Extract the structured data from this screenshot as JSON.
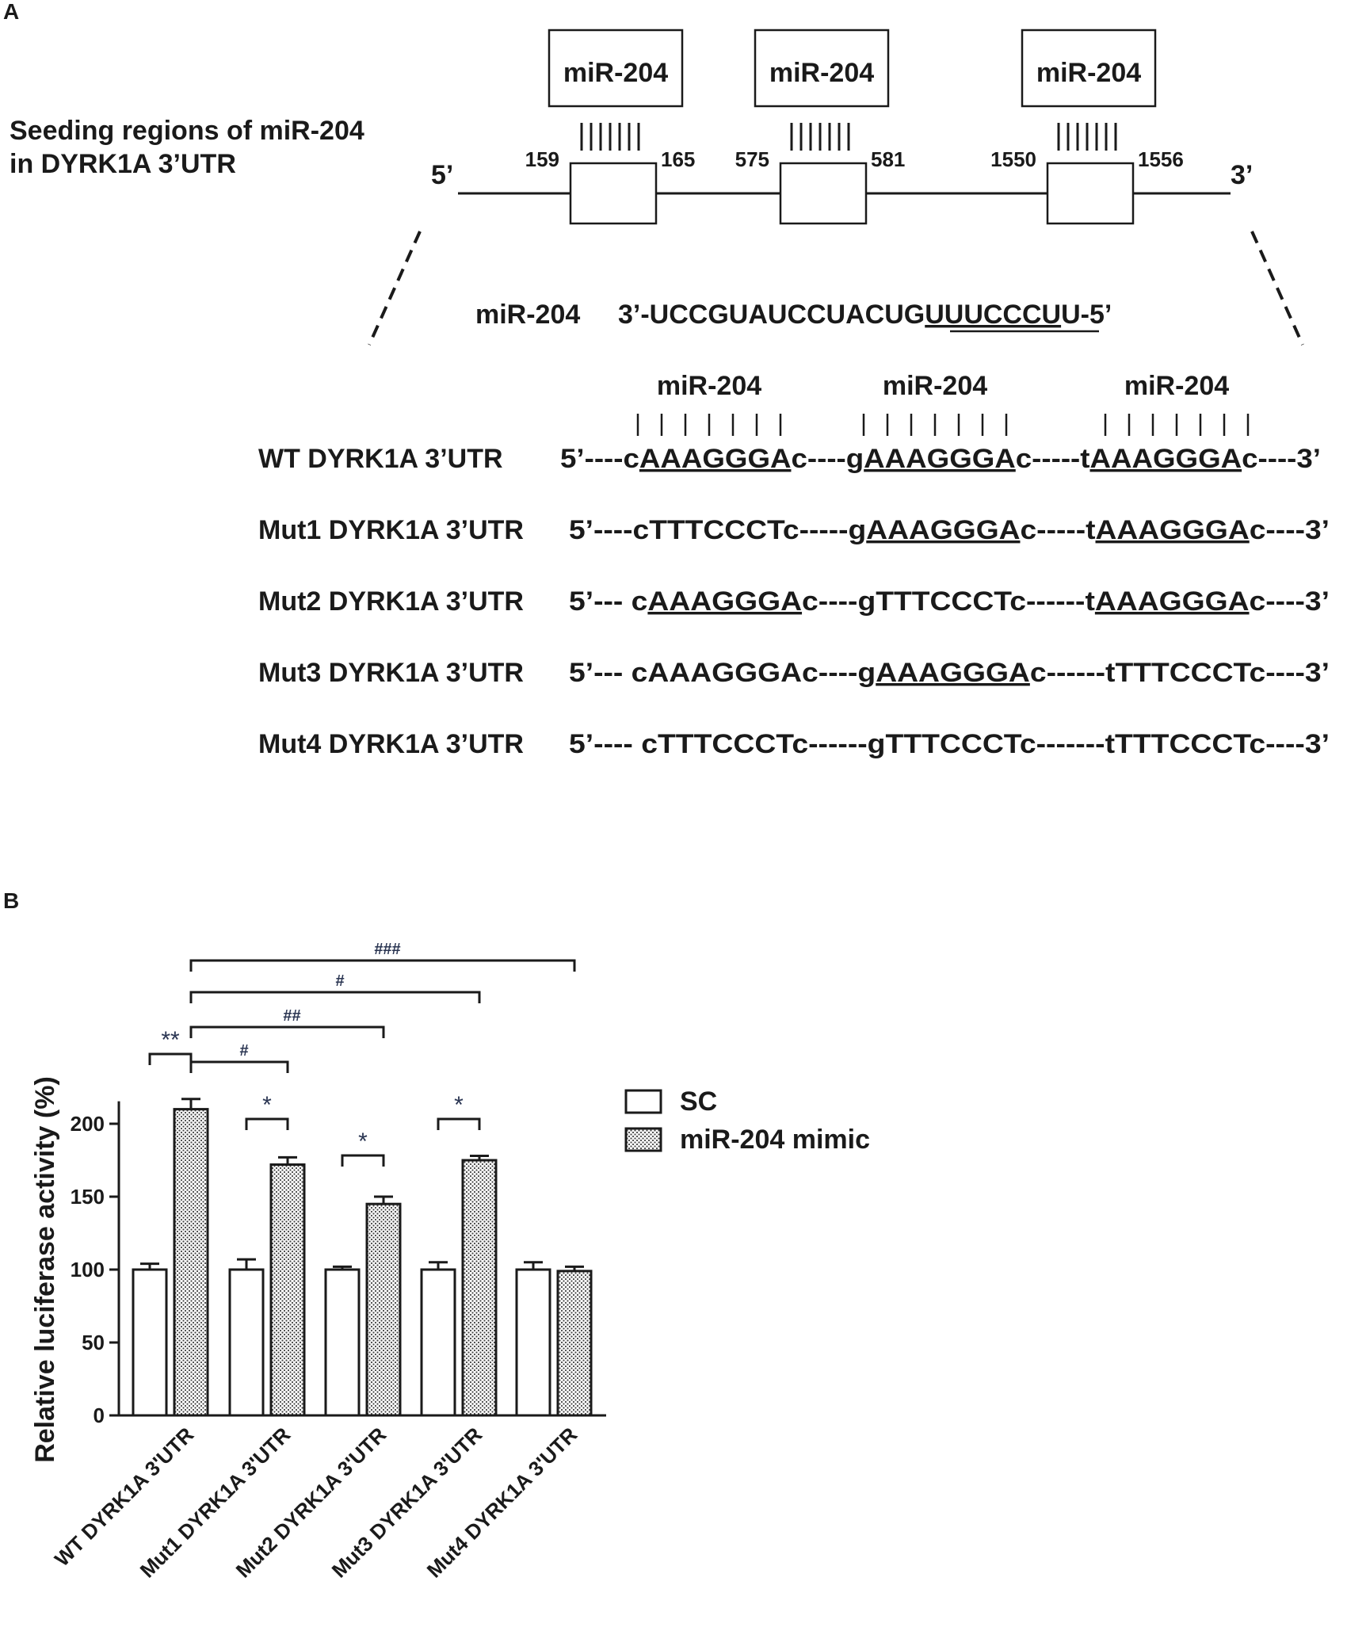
{
  "panel_a": {
    "panel_label": "A",
    "title_line1": "Seeding regions of miR-204",
    "title_line2": "in DYRK1A 3’UTR",
    "end_5": "5’",
    "end_3": "3’",
    "sites": [
      {
        "name": "miR-204",
        "start": "159",
        "end": "165"
      },
      {
        "name": "miR-204",
        "start": "575",
        "end": "581"
      },
      {
        "name": "miR-204",
        "start": "1550",
        "end": "1556"
      }
    ],
    "mirna_label": "miR-204",
    "mirna_seq_prefix": "3’-UCCGUAUCCUACUG",
    "mirna_seq_seed": "UUUCCCU",
    "mirna_seq_suffix": "U-5’",
    "column_labels": [
      "miR-204",
      "miR-204",
      "miR-204"
    ],
    "sequences": [
      {
        "name": "WT DYRK1A  3’UTR",
        "parts": [
          [
            "5’----c",
            false
          ],
          [
            "AAAGGGA",
            true
          ],
          [
            "c----g",
            false
          ],
          [
            "AAAGGGA",
            true
          ],
          [
            "c-----t",
            false
          ],
          [
            "AAAGGGA",
            true
          ],
          [
            "c----3’",
            false
          ]
        ]
      },
      {
        "name": "Mut1 DYRK1A  3’UTR",
        "parts": [
          [
            "5’----cTTTCCCTc-----g",
            false
          ],
          [
            "AAAGGGA",
            true
          ],
          [
            "c-----t",
            false
          ],
          [
            "AAAGGGA",
            true
          ],
          [
            "c----3’",
            false
          ]
        ]
      },
      {
        "name": "Mut2 DYRK1A  3’UTR",
        "parts": [
          [
            "5’--- c",
            false
          ],
          [
            "AAAGGGA",
            true
          ],
          [
            "c----gTTTCCCTc------t",
            false
          ],
          [
            "AAAGGGA",
            true
          ],
          [
            "c----3’",
            false
          ]
        ]
      },
      {
        "name": "Mut3 DYRK1A  3’UTR",
        "parts": [
          [
            "5’--- cAAAGGGAc----g",
            false
          ],
          [
            "AAAGGGA",
            true
          ],
          [
            "c------tTTTCCCTc----3’",
            false
          ]
        ]
      },
      {
        "name": "Mut4 DYRK1A  3’UTR",
        "parts": [
          [
            "5’---- cTTTCCCTc------gTTTCCCTc-------tTTTCCCTc----3’",
            false
          ]
        ]
      }
    ]
  },
  "panel_b": {
    "panel_label": "B",
    "legend": [
      "SC",
      "miR-204 mimic"
    ],
    "significance": {
      "pair_marks": [
        "**",
        "*",
        "*",
        "*"
      ],
      "wt_comparisons": [
        "#",
        "##",
        "#",
        "###"
      ]
    }
  },
  "chart_data": {
    "type": "bar",
    "categories": [
      "WT DYRK1A 3'UTR",
      "Mut1 DYRK1A 3'UTR",
      "Mut2 DYRK1A 3'UTR",
      "Mut3 DYRK1A 3'UTR",
      "Mut4 DYRK1A 3'UTR"
    ],
    "series": [
      {
        "name": "SC",
        "values": [
          100,
          100,
          100,
          100,
          100
        ],
        "errors": [
          4,
          7,
          2,
          5,
          5
        ]
      },
      {
        "name": "miR-204 mimic",
        "values": [
          210,
          172,
          145,
          175,
          99
        ],
        "errors": [
          7,
          5,
          5,
          3,
          3
        ]
      }
    ],
    "ylabel": "Relative luciferase activity (%)",
    "xlabel": "",
    "ylim": [
      0,
      210
    ],
    "yticks": [
      0,
      50,
      100,
      150,
      200
    ],
    "grid": false,
    "legend_position": "right"
  }
}
